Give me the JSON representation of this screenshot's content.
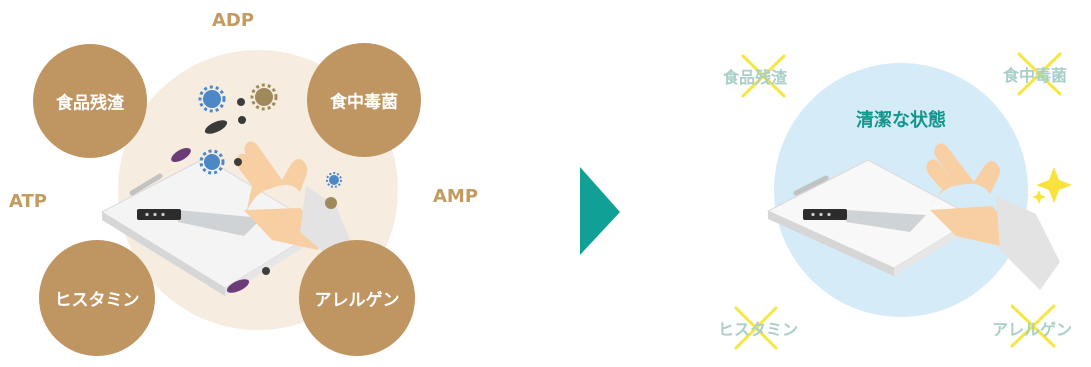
{
  "before": {
    "circles": {
      "food_residue": "食品残渣",
      "food_poisoning_bacteria": "食中毒菌",
      "histamine": "ヒスタミン",
      "allergen": "アレルゲン"
    },
    "labels": {
      "adp": "ADP",
      "atp": "ATP",
      "amp": "AMP"
    }
  },
  "after": {
    "title": "清潔な状態",
    "removed": {
      "food_residue": "食品残渣",
      "food_poisoning_bacteria": "食中毒菌",
      "histamine": "ヒスタミン",
      "allergen": "アレルゲン"
    }
  },
  "colors": {
    "circle_gold": "#bf9562",
    "beige_bg": "#f6ece0",
    "clean_blue": "#d6ebf8",
    "arrow_teal": "#11a095",
    "cross_yellow": "#f5e642",
    "sparkle_yellow": "#f9e23c"
  }
}
